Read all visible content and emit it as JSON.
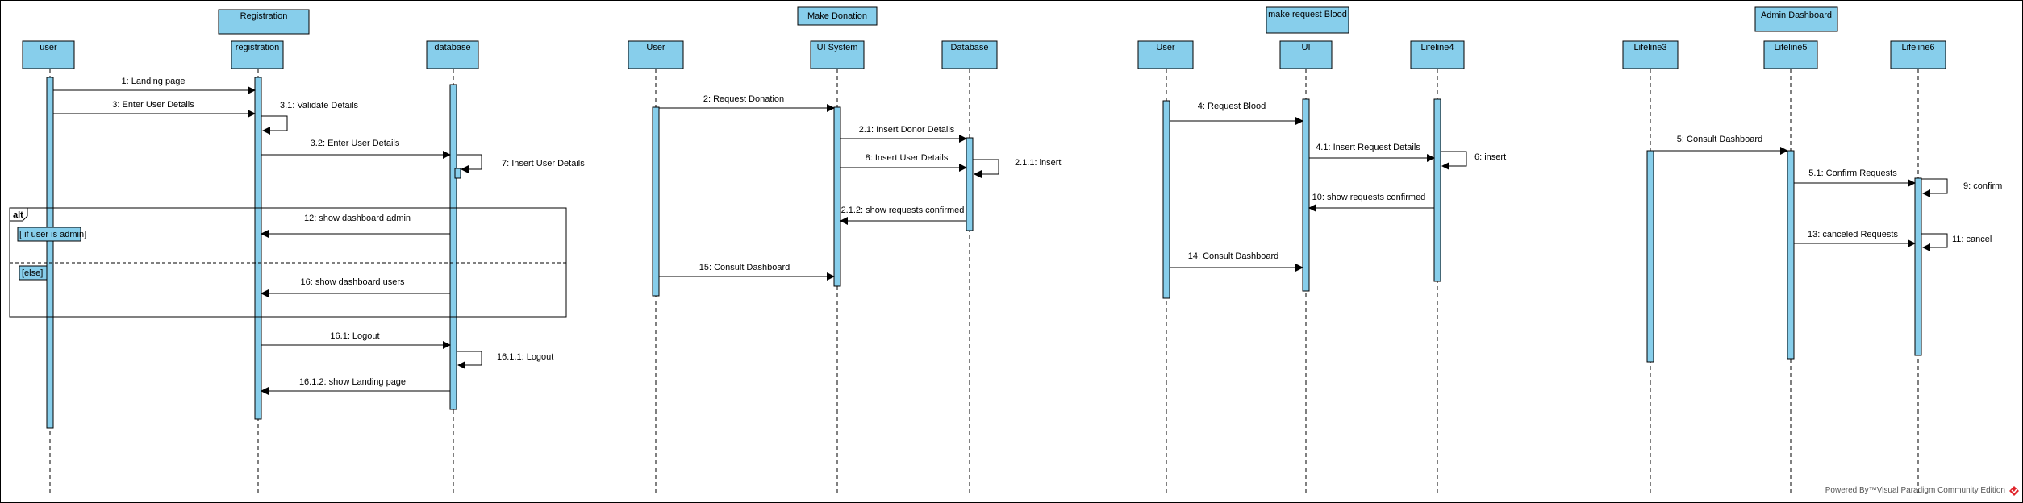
{
  "groups": [
    {
      "title": "Registration",
      "lifelines": [
        {
          "id": "user",
          "label": "user"
        },
        {
          "id": "registration",
          "label": "registration"
        },
        {
          "id": "database",
          "label": "database"
        }
      ],
      "messages": [
        {
          "label": "1: Landing page"
        },
        {
          "label": "3: Enter User Details"
        },
        {
          "label": "3.1: Validate Details"
        },
        {
          "label": "3.2: Enter User Details"
        },
        {
          "label": "7: Insert User Details"
        },
        {
          "label": "12: show dashboard admin"
        },
        {
          "label": "16: show dashboard users"
        },
        {
          "label": "16.1: Logout"
        },
        {
          "label": "16.1.1: Logout"
        },
        {
          "label": "16.1.2: show Landing page"
        }
      ],
      "fragment": {
        "operator": "alt",
        "guards": [
          "[ if user is admin]",
          "[else]"
        ]
      }
    },
    {
      "title": "Make Donation",
      "lifelines": [
        {
          "id": "user2",
          "label": "User"
        },
        {
          "id": "uisystem",
          "label": "UI System"
        },
        {
          "id": "database2",
          "label": "Database"
        }
      ],
      "messages": [
        {
          "label": "2: Request Donation"
        },
        {
          "label": "2.1: Insert Donor Details"
        },
        {
          "label": "8: Insert User Details"
        },
        {
          "label": "2.1.1: insert"
        },
        {
          "label": "2.1.2: show requests confirmed"
        },
        {
          "label": "15: Consult Dashboard"
        }
      ]
    },
    {
      "title": "make request Blood",
      "lifelines": [
        {
          "id": "user3",
          "label": "User"
        },
        {
          "id": "ui",
          "label": "UI"
        },
        {
          "id": "lifeline4",
          "label": "Lifeline4"
        }
      ],
      "messages": [
        {
          "label": "4: Request Blood"
        },
        {
          "label": "4.1: Insert Request Details"
        },
        {
          "label": "6: insert"
        },
        {
          "label": "10: show requests confirmed"
        },
        {
          "label": "14: Consult Dashboard"
        }
      ]
    },
    {
      "title": "Admin Dashboard",
      "lifelines": [
        {
          "id": "lifeline3",
          "label": "Lifeline3"
        },
        {
          "id": "lifeline5",
          "label": "Lifeline5"
        },
        {
          "id": "lifeline6",
          "label": "Lifeline6"
        }
      ],
      "messages": [
        {
          "label": "5: Consult Dashboard"
        },
        {
          "label": "5.1: Confirm Requests"
        },
        {
          "label": "9: confirm"
        },
        {
          "label": "13: canceled Requests"
        },
        {
          "label": "11: cancel"
        }
      ]
    }
  ],
  "footer": "Powered By™Visual Paradigm Community Edition",
  "colors": {
    "box_fill": "#87CEEB",
    "stroke": "#000000",
    "footer_icon": "#e0242b"
  }
}
